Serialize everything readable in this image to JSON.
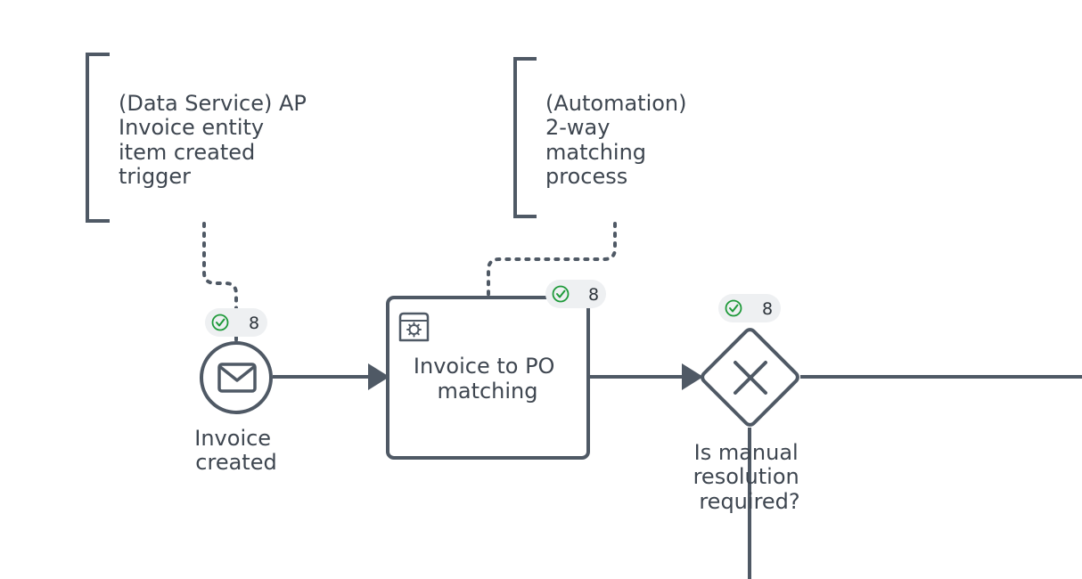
{
  "annotations": [
    {
      "id": "trigger",
      "lines": [
        "(Data Service) AP",
        "Invoice  entity",
        "item created",
        "trigger"
      ]
    },
    {
      "id": "automation",
      "lines": [
        "(Automation)",
        "2-way",
        "matching",
        "process"
      ]
    }
  ],
  "start_event": {
    "label_lines": [
      "Invoice",
      "created"
    ],
    "icon": "envelope-icon",
    "badge_count": "8"
  },
  "task": {
    "label_lines": [
      "Invoice to PO",
      "matching"
    ],
    "icon": "service-task-gear-icon",
    "badge_count": "8"
  },
  "gateway": {
    "label_lines": [
      "Is manual",
      "resolution",
      "required?"
    ],
    "icon": "exclusive-x-icon",
    "badge_count": "8"
  },
  "badge_icon": "check-circle-icon",
  "colors": {
    "stroke": "#4f5965",
    "text": "#3e4650",
    "check": "#1f9a3a",
    "badge_bg": "#eef0f2"
  }
}
